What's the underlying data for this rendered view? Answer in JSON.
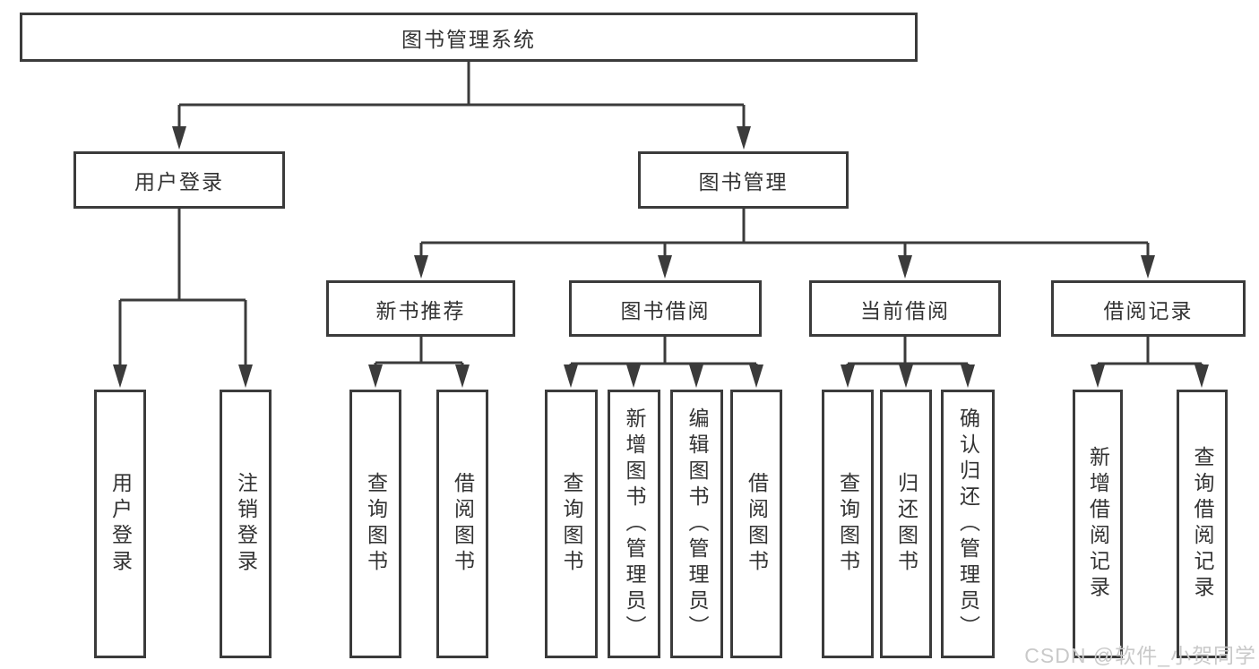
{
  "nodes": {
    "root": "图书管理系统",
    "user_login": "用户登录",
    "book_mgmt": "图书管理",
    "new_book_rec": "新书推荐",
    "book_borrow": "图书借阅",
    "current_borrow": "当前借阅",
    "borrow_records": "借阅记录"
  },
  "leaves": {
    "under_user_login": {
      "login": "用户登录",
      "logout": "注销登录"
    },
    "under_new_book_rec": {
      "query_books": "查询图书",
      "borrow_books": "借阅图书"
    },
    "under_book_borrow": {
      "query_books": "查询图书",
      "add_books": "新增图书（管理员）",
      "edit_books": "编辑图书（管理员）",
      "borrow_books": "借阅图书"
    },
    "under_current_borrow": {
      "query_books": "查询图书",
      "return_books": "归还图书",
      "confirm_return": "确认归还（管理员）"
    },
    "under_borrow_records": {
      "add_record": "新增借阅记录",
      "query_record": "查询借阅记录"
    }
  },
  "hierarchy": {
    "图书管理系统": {
      "用户登录": [
        "用户登录",
        "注销登录"
      ],
      "图书管理": {
        "新书推荐": [
          "查询图书",
          "借阅图书"
        ],
        "图书借阅": [
          "查询图书",
          "新增图书（管理员）",
          "编辑图书（管理员）",
          "借阅图书"
        ],
        "当前借阅": [
          "查询图书",
          "归还图书",
          "确认归还（管理员）"
        ],
        "借阅记录": [
          "新增借阅记录",
          "查询借阅记录"
        ]
      }
    }
  },
  "watermark": "CSDN @软件_小贺同学",
  "colors": {
    "line": "#3b3b3b",
    "text": "#333333",
    "box_fill": "#ffffff",
    "background": "#ffffff",
    "watermark_text": "#c9c9c9"
  }
}
